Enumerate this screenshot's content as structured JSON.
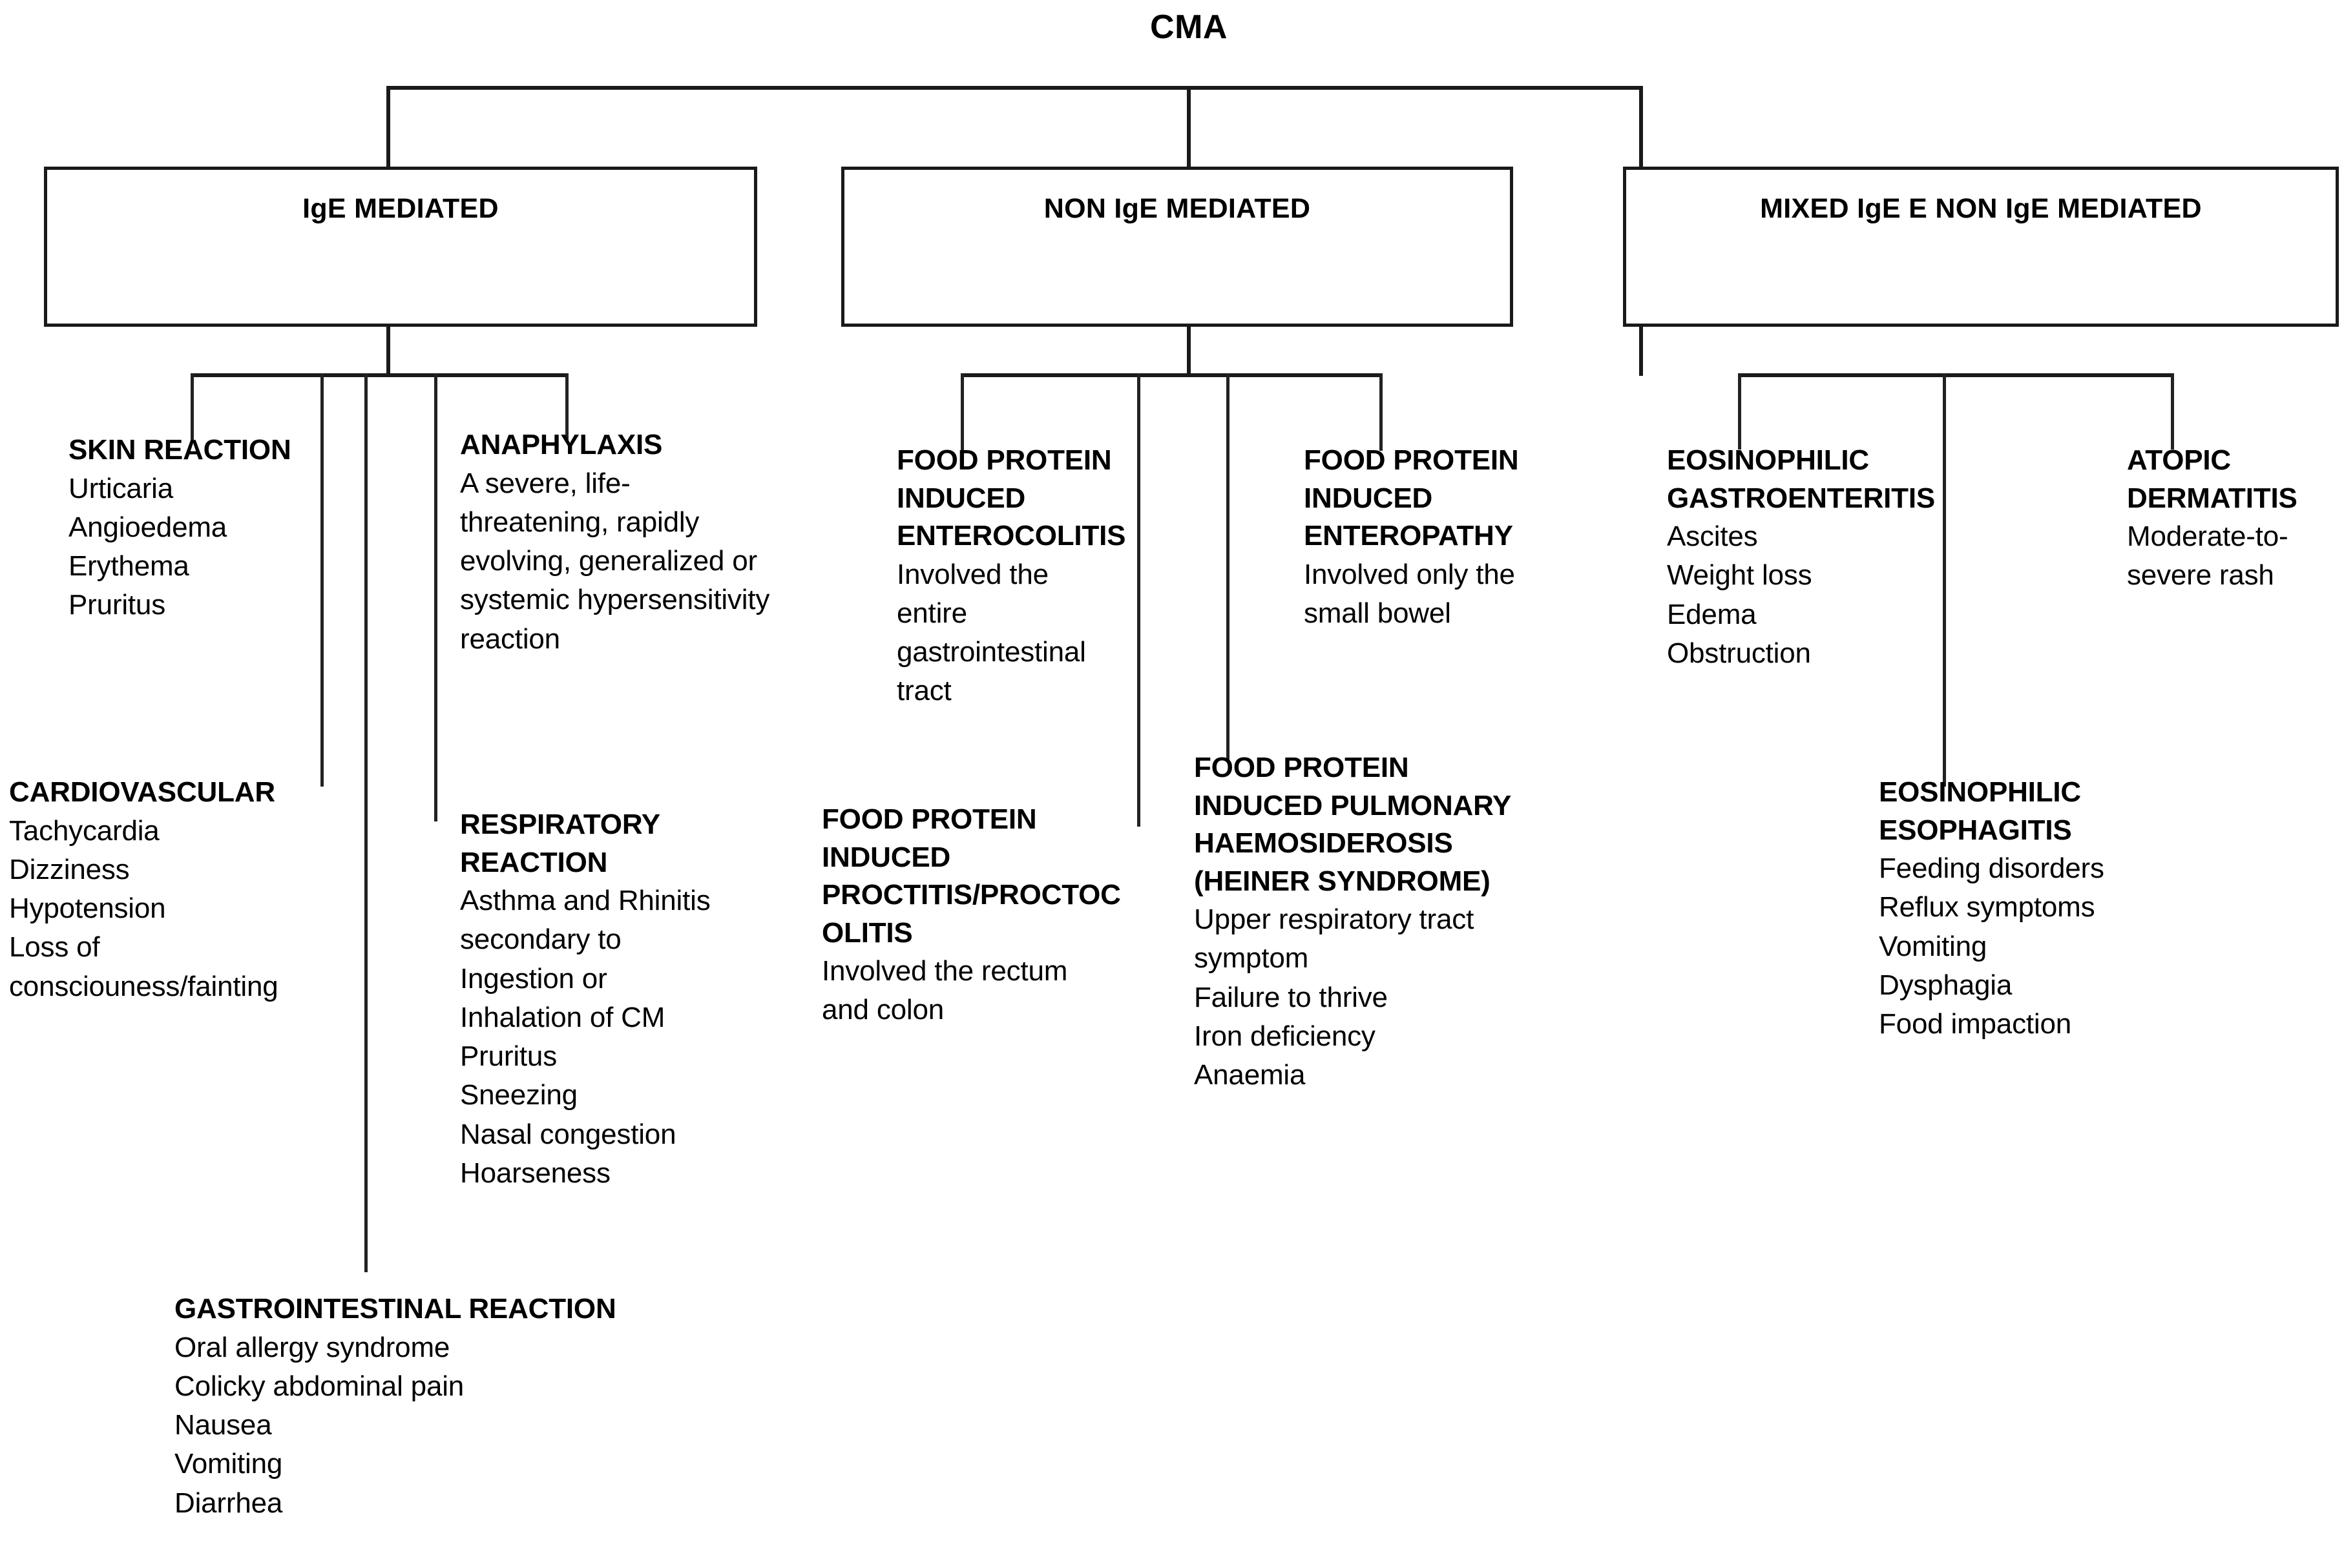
{
  "diagram": {
    "type": "tree",
    "root": {
      "label": "CMA"
    },
    "categories": [
      {
        "id": "ige",
        "label": "IgE MEDIATED"
      },
      {
        "id": "non-ige",
        "label": "NON IgE MEDIATED"
      },
      {
        "id": "mixed",
        "label": "MIXED IgE E NON IgE MEDIATED"
      }
    ],
    "leaves": {
      "skin_reaction": {
        "title": "SKIN REACTION",
        "items": [
          "Urticaria",
          "Angioedema",
          "Erythema",
          "Pruritus"
        ]
      },
      "anaphylaxis": {
        "title": "ANAPHYLAXIS",
        "items": [
          "A severe, life-\nthreatening, rapidly\nevolving, generalized or\nsystemic hypersensitivity\nreaction"
        ]
      },
      "cardiovascular": {
        "title": "CARDIOVASCULAR",
        "items": [
          "Tachycardia",
          "Dizziness",
          "Hypotension",
          "Loss of\nconsciouness/fainting"
        ]
      },
      "respiratory_reaction": {
        "title": "RESPIRATORY\nREACTION",
        "items": [
          "Asthma and Rhinitis\nsecondary to\nIngestion or\nInhalation of CM",
          "Pruritus",
          "Sneezing",
          "Nasal congestion",
          "Hoarseness"
        ]
      },
      "gastrointestinal_reaction": {
        "title": "GASTROINTESTINAL REACTION",
        "items": [
          "Oral allergy syndrome",
          "Colicky abdominal pain",
          "Nausea",
          "Vomiting",
          "Diarrhea"
        ]
      },
      "fpies": {
        "title": "FOOD PROTEIN\nINDUCED\nENTEROCOLITIS",
        "items": [
          "Involved the\nentire\ngastrointestinal\ntract"
        ]
      },
      "fp_enteropathy": {
        "title": "FOOD PROTEIN\nINDUCED\nENTEROPATHY",
        "items": [
          "Involved only the\nsmall bowel"
        ]
      },
      "fp_proctocolitis": {
        "title": "FOOD PROTEIN\nINDUCED\nPROCTITIS/PROCTOC\nOLITIS",
        "items": [
          "Involved the rectum\nand colon"
        ]
      },
      "heiner_syndrome": {
        "title": "FOOD PROTEIN\nINDUCED PULMONARY\nHAEMOSIDEROSIS\n(HEINER SYNDROME)",
        "items": [
          "Upper respiratory tract\nsymptom",
          "Failure to thrive",
          "Iron deficiency",
          "Anaemia"
        ]
      },
      "eosinophilic_gastroenteritis": {
        "title": "EOSINOPHILIC\nGASTROENTERITIS",
        "items": [
          "Ascites",
          "Weight loss",
          "Edema",
          "Obstruction"
        ]
      },
      "atopic_dermatitis": {
        "title": "ATOPIC\nDERMATITIS",
        "items": [
          "Moderate-to-\nsevere rash"
        ]
      },
      "eosinophilic_esophagitis": {
        "title": "EOSINOPHILIC\nESOPHAGITIS",
        "items": [
          "Feeding disorders",
          "Reflux symptoms",
          "Vomiting",
          "Dysphagia",
          "Food impaction"
        ]
      }
    }
  },
  "colors": {
    "line": "#1a1a1a",
    "text": "#000000",
    "background": "#ffffff"
  }
}
